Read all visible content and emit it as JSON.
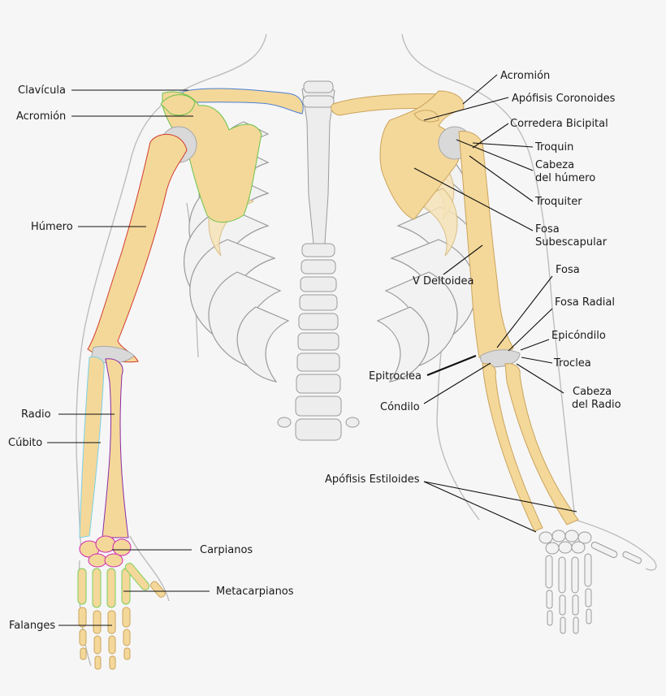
{
  "labels": {
    "clavicula": "Clavícula",
    "acromion_left": "Acromión",
    "humero": "Húmero",
    "radio": "Radio",
    "cubito": "Cúbito",
    "carpianos": "Carpianos",
    "metacarpianos": "Metacarpianos",
    "falanges": "Falanges",
    "acromion_right": "Acromión",
    "apofisis_coronoides": "Apófisis Coronoides",
    "corredera_bicipital": "Corredera Bicipital",
    "troquin": "Troquin",
    "cabeza_humero_1": "Cabeza",
    "cabeza_humero_2": "del húmero",
    "troquiter": "Troquiter",
    "fosa_subescapular_1": "Fosa",
    "fosa_subescapular_2": "Subescapular",
    "v_deltoidea": "V Deltoidea",
    "fosa": "Fosa",
    "fosa_radial": "Fosa Radial",
    "epicondilo": "Epicóndilo",
    "epitroclea": "Epitroclea",
    "troclea": "Troclea",
    "condilo": "Cóndilo",
    "cabeza_radio_1": "Cabeza",
    "cabeza_radio_2": "del Radio",
    "apofisis_estiloides": "Apófisis Estiloides"
  },
  "colors": {
    "background": "#f6f6f6",
    "bone": "#f4d89a",
    "cartilage": "#d9d9d9",
    "skeleton_grey": "#ededed",
    "clavicle_outline": "#4a7fd4",
    "scapula_outline": "#6cc24a",
    "humerus_outline": "#d23b2b",
    "radius_outline": "#8a2aa8",
    "ulna_outline": "#7ad0e6",
    "carpal_outline": "#d02ab0",
    "phalanx_outline": "#7ccf5a"
  }
}
